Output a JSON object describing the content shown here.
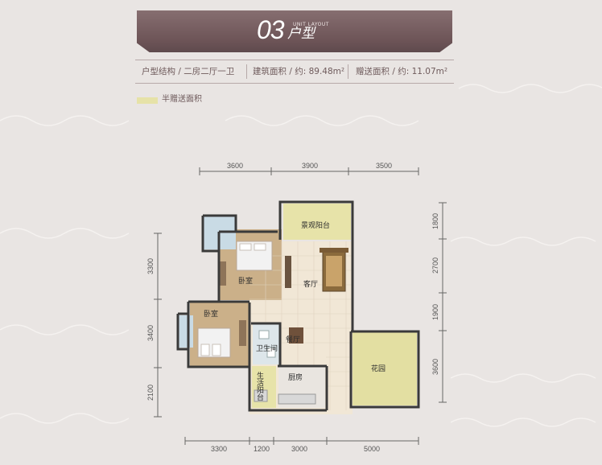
{
  "title": {
    "number": "03",
    "word": "户型",
    "subtitle": "UNIT LAYOUT"
  },
  "info": {
    "structure": "户型结构 / 二房二厅一卫",
    "area": "建筑面积 / 约: 89.48m²",
    "gift": "赠送面积 / 约: 11.07m²"
  },
  "legend": {
    "label": "半赠送面积",
    "color": "#e6e2a8"
  },
  "dimensions": {
    "top": [
      "3600",
      "3900",
      "3500"
    ],
    "bottom": [
      "3300",
      "1200",
      "3000",
      "5000"
    ],
    "left": [
      "3300",
      "3400",
      "2100"
    ],
    "right": [
      "1800",
      "2700",
      "1900",
      "3600"
    ]
  },
  "rooms": {
    "balcony": "景观阳台",
    "living": "客厅",
    "bedroom1": "卧室",
    "bedroom2": "卧室",
    "dining": "餐厅",
    "bathroom": "卫生间",
    "kitchen": "厨房",
    "service_balcony": "生活阳台",
    "garden": "花园"
  }
}
